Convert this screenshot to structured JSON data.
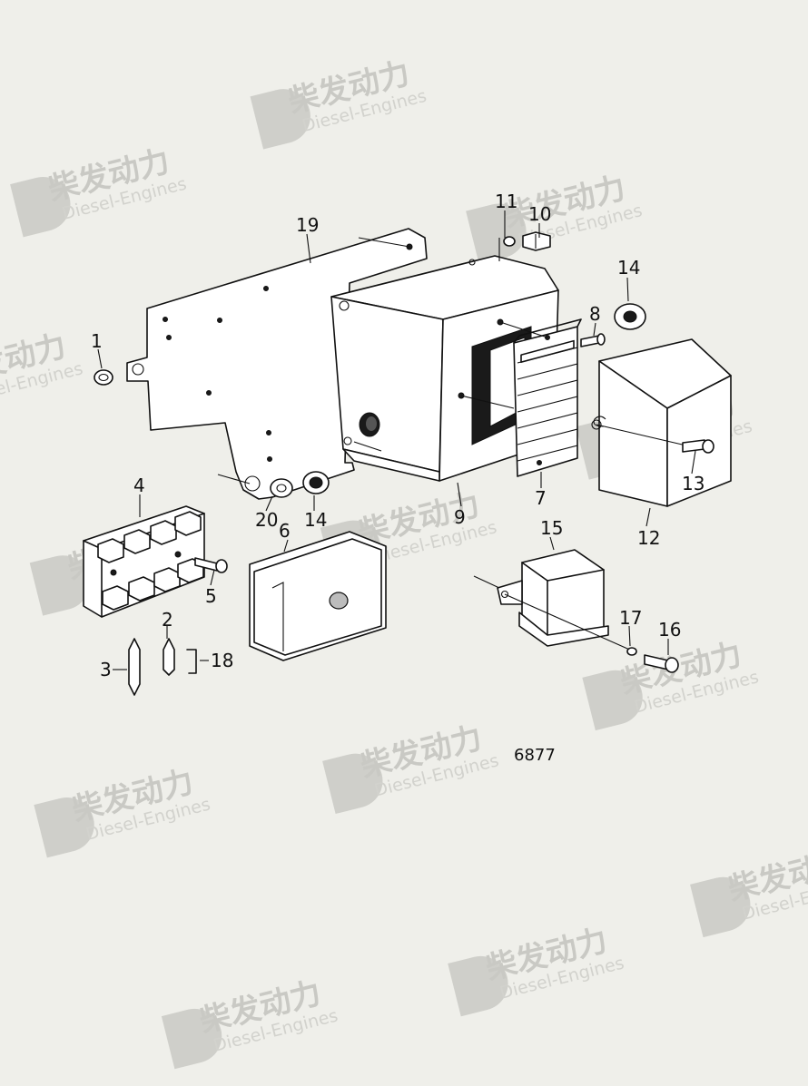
{
  "watermark": {
    "brand": "柴发动力",
    "sub": "Diesel-Engines"
  },
  "diagram": {
    "drawing_number": "6877",
    "callouts": {
      "c1": "1",
      "c2": "2",
      "c3": "3",
      "c4": "4",
      "c5": "5",
      "c6": "6",
      "c7": "7",
      "c8": "8",
      "c9": "9",
      "c10": "10",
      "c11": "11",
      "c12": "12",
      "c13": "13",
      "c14a": "14",
      "c14b": "14",
      "c15": "15",
      "c16": "16",
      "c17": "17",
      "c18": "18",
      "c19": "19",
      "c20": "20"
    }
  }
}
